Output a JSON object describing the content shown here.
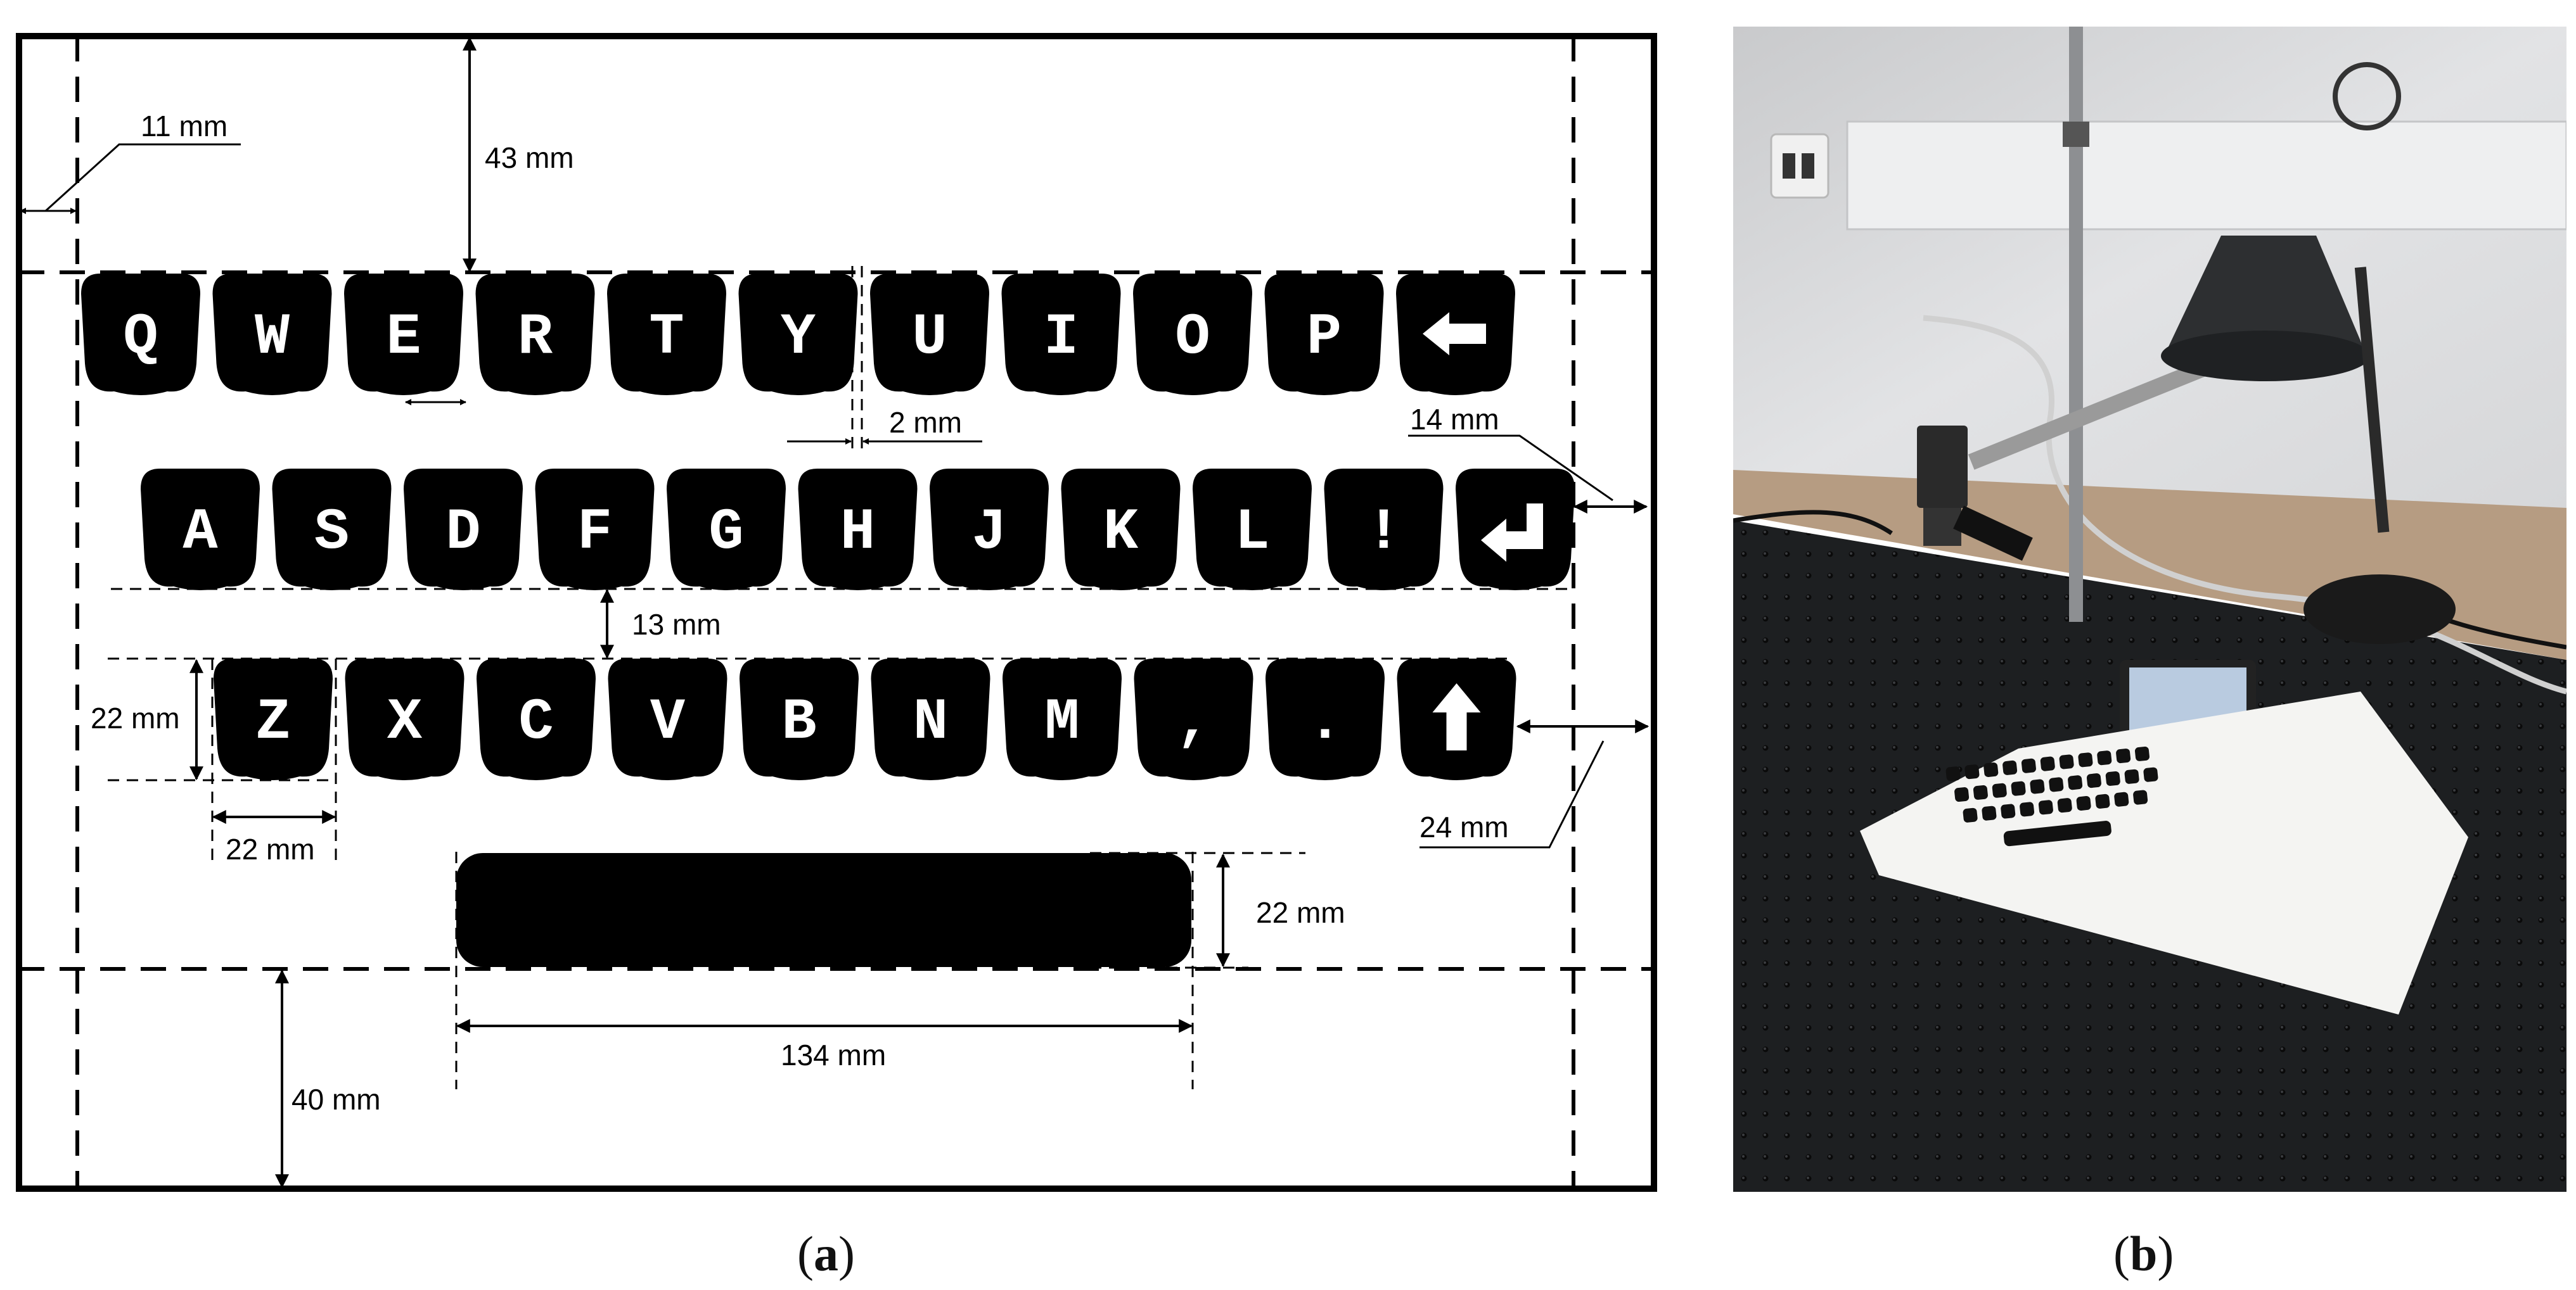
{
  "panel_a": {
    "keys": {
      "row1": [
        "Q",
        "W",
        "E",
        "R",
        "T",
        "Y",
        "U",
        "I",
        "O",
        "P",
        "backspace"
      ],
      "row2": [
        "A",
        "S",
        "D",
        "F",
        "G",
        "H",
        "J",
        "K",
        "L",
        "!",
        "enter"
      ],
      "row3": [
        "Z",
        "X",
        "C",
        "V",
        "B",
        "N",
        "M",
        ",",
        ".",
        "shift"
      ]
    },
    "dimensions": {
      "side_margin": "11 mm",
      "top_margin": "43 mm",
      "key_gap": "2 mm",
      "right_margin_row2": "14 mm",
      "row_gap": "13 mm",
      "key_height": "22 mm",
      "key_width": "22 mm",
      "right_margin_row3": "24 mm",
      "space_height": "22 mm",
      "space_width": "134 mm",
      "bottom_margin": "40 mm"
    }
  },
  "captions": {
    "a": "a",
    "b": "b"
  },
  "colors": {
    "key": "#000000",
    "glyph": "#ffffff",
    "line": "#000000"
  }
}
